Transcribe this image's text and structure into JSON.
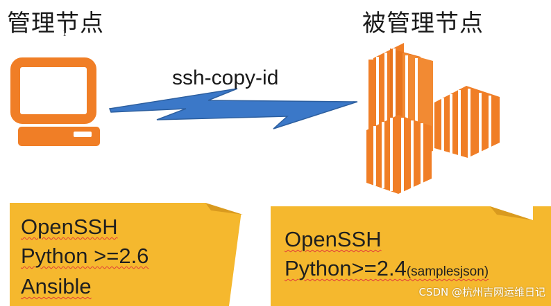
{
  "headings": {
    "control_node": "管理节点",
    "managed_node": "被管理节点"
  },
  "connection": {
    "label": "ssh-copy-id"
  },
  "cursor_glyph": "I",
  "control_node_requirements": {
    "items": [
      "OpenSSH",
      "Python >=2.6",
      "Ansible"
    ]
  },
  "managed_node_requirements": {
    "items": [
      "OpenSSH",
      "Python>=2.4"
    ],
    "note": "(samplesjson)"
  },
  "watermark": "CSDN @杭州吉网运维日记",
  "icons": {
    "control_node": "computer-icon",
    "link": "lightning-link-icon",
    "managed_node": "server-stack-icon"
  },
  "colors": {
    "orange": "#f07e26",
    "orange_dark": "#c9601a",
    "note_yellow": "#f5b82e",
    "link_blue": "#3b78c8",
    "underline_red": "#e13a3a"
  }
}
